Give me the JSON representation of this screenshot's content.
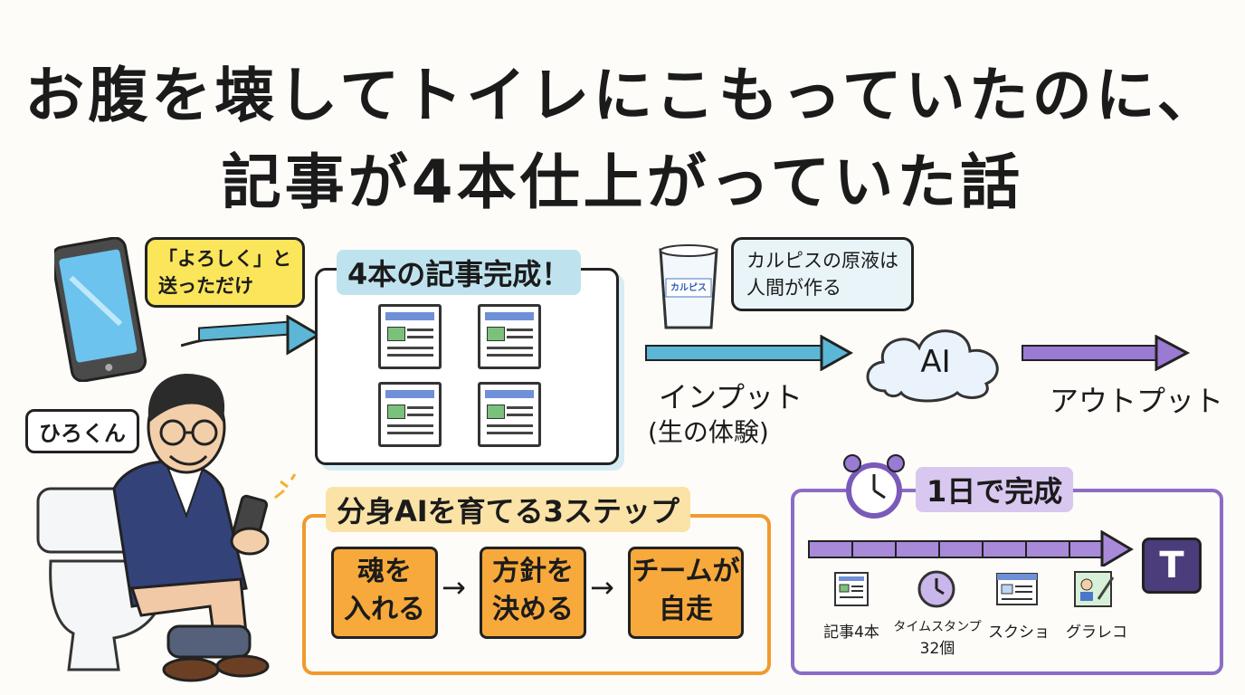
{
  "title": {
    "line1": "お腹を壊してトイレにこもっていたのに、",
    "line2": "記事が4本仕上がっていた話"
  },
  "user_bubble": {
    "line1": "「よろしく」と",
    "line2": "送っただけ"
  },
  "name_tag": "ひろくん",
  "articles_panel": {
    "heading": "4本の記事完成！"
  },
  "calpis": {
    "glass_label": "カルピス",
    "bubble_line1": "カルピスの原液は",
    "bubble_line2": "人間が作る"
  },
  "flow": {
    "input": "インプット",
    "input_sub": "(生の体験)",
    "ai": "AI",
    "output": "アウトプット"
  },
  "steps_panel": {
    "heading": "分身AIを育てる3ステップ",
    "steps": [
      {
        "line1": "魂を",
        "line2": "入れる"
      },
      {
        "line1": "方針を",
        "line2": "決める"
      },
      {
        "line1": "チームが",
        "line2": "自走"
      }
    ],
    "arrow": "→"
  },
  "day_panel": {
    "heading": "1日で完成",
    "logo_letter": "T",
    "items": [
      {
        "line1": "記事4本",
        "line2": ""
      },
      {
        "line1": "タイムスタンプ",
        "line2": "32個"
      },
      {
        "line1": "スクショ",
        "line2": ""
      },
      {
        "line1": "グラレコ",
        "line2": ""
      }
    ]
  },
  "colors": {
    "teal": "#5cb6d6",
    "purple": "#8b6cc6",
    "orange": "#f29a2e",
    "yellow": "#fbe55b"
  }
}
